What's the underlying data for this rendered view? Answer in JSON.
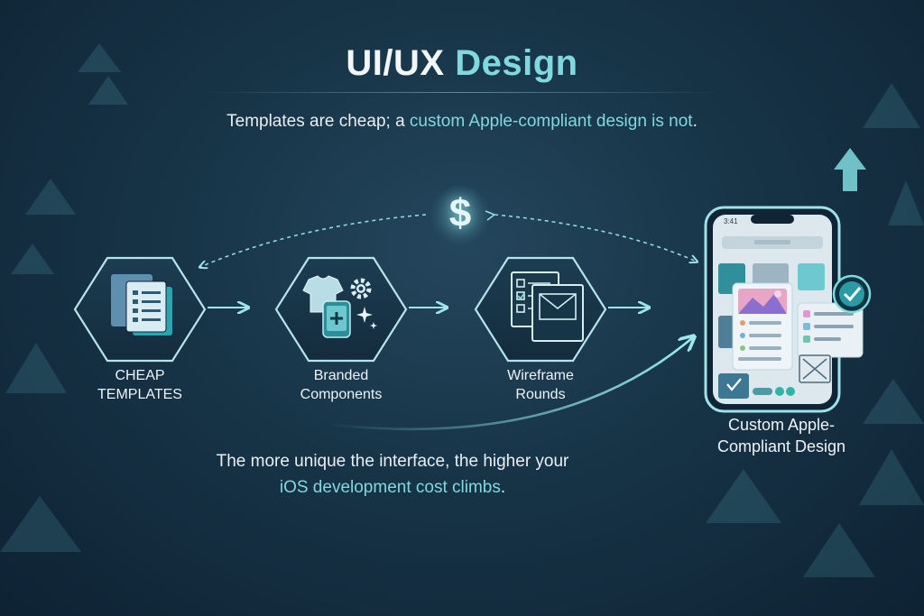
{
  "title": {
    "part1": "UI/UX",
    "part2": "Design"
  },
  "subtitle": {
    "before": "Templates are cheap; a ",
    "highlight": "custom Apple-compliant design is not",
    "after": "."
  },
  "currency_symbol": "$",
  "steps": [
    {
      "line1": "CHEAP",
      "line2": "TEMPLATES"
    },
    {
      "line1": "Branded",
      "line2": "Components"
    },
    {
      "line1": "Wireframe",
      "line2": "Rounds"
    }
  ],
  "final_step": {
    "line1": "Custom Apple-",
    "line2": "Compliant Design"
  },
  "phone": {
    "time": "3:41"
  },
  "bottom_text": {
    "line1": "The more unique the interface, the higher your",
    "highlight": "iOS development cost climbs",
    "after": "."
  },
  "colors": {
    "accent": "#7fd9df",
    "background": "#173447",
    "text": "#eef3f6"
  },
  "icons": [
    "document-list-icon",
    "tshirt-icon",
    "gear-icon",
    "sparkle-icon",
    "wireframe-checklist-icon",
    "mail-icon",
    "check-badge-icon",
    "up-arrow-icon"
  ]
}
